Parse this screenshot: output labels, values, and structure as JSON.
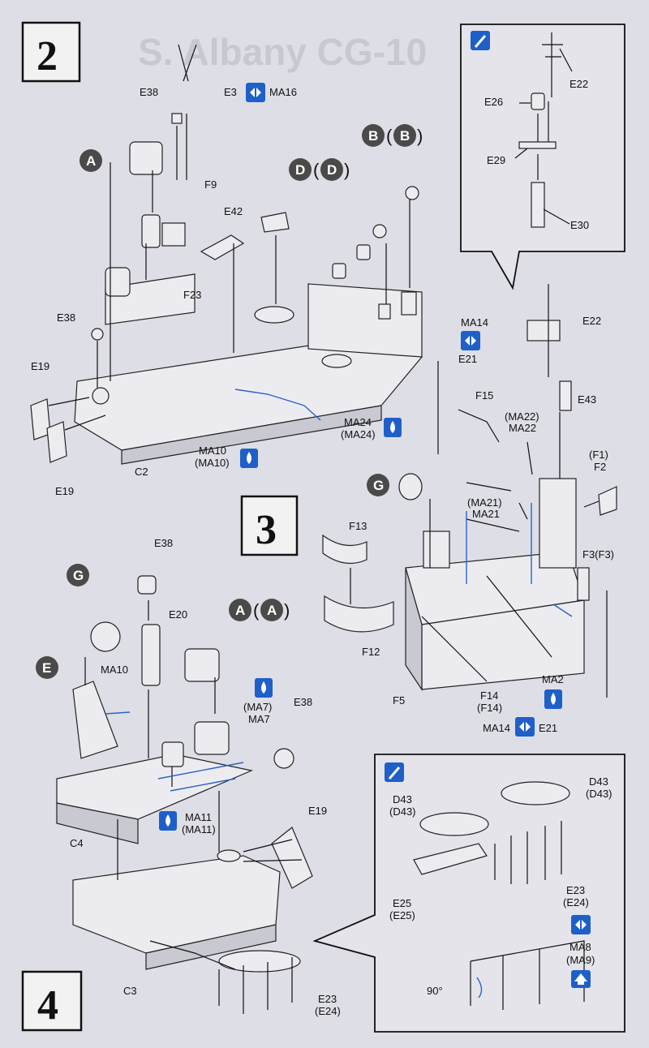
{
  "steps": {
    "s2": "2",
    "s3": "3",
    "s4": "4"
  },
  "background_text": "S. Albany CG-10",
  "labels": {
    "e3": "E3",
    "ma16": "MA16",
    "e38a": "E38",
    "f9": "F9",
    "e42": "E42",
    "f23": "F23",
    "e38b": "E38",
    "e19a": "E19",
    "e19b": "E19",
    "c2": "C2",
    "ma10a": "MA10",
    "ma10a_p": "(MA10)",
    "ma24": "MA24",
    "ma24_p": "(MA24)",
    "e22a": "E22",
    "e26": "E26",
    "e29": "E29",
    "e30": "E30",
    "e22b": "E22",
    "ma14a": "MA14",
    "e21a": "E21",
    "f15": "F15",
    "ma22_p": "(MA22)",
    "ma22": "MA22",
    "e43": "E43",
    "f1_p": "(F1)",
    "f2": "F2",
    "ma21_p": "(MA21)",
    "ma21": "MA21",
    "f13": "F13",
    "f3": "F3(F3)",
    "f12": "F12",
    "f5": "F5",
    "f14": "F14",
    "f14_p": "(F14)",
    "ma2": "MA2",
    "ma14b": "MA14",
    "e21b": "E21",
    "e38c": "E38",
    "e20": "E20",
    "ma10b": "MA10",
    "ma7_p": "(MA7)",
    "ma7": "MA7",
    "e38d": "E38",
    "c4": "C4",
    "ma11": "MA11",
    "ma11_p": "(MA11)",
    "e19c": "E19",
    "c3": "C3",
    "e23a": "E23",
    "e24a": "(E24)",
    "d43a": "D43",
    "d43a_p": "(D43)",
    "d43b": "D43",
    "d43b_p": "(D43)",
    "e25": "E25",
    "e25_p": "(E25)",
    "e23b": "E23",
    "e24b": "(E24)",
    "ma8": "MA8",
    "ma9": "(MA9)",
    "angle": "90°"
  },
  "callouts": {
    "a1": "A",
    "a2": "A",
    "a3": "A",
    "b1": "B",
    "b2": "B",
    "d1": "D",
    "d2": "D",
    "e": "E",
    "g1": "G",
    "g2": "G"
  },
  "colors": {
    "accent": "#1f5fc8",
    "arrow": "#2a63c9",
    "circle": "#4a4a4a"
  },
  "icons": {
    "paint": "paint-brush-icon",
    "glue": "glue-drop-icon",
    "flip": "mirror-parts-icon",
    "up": "direction-up-icon"
  }
}
